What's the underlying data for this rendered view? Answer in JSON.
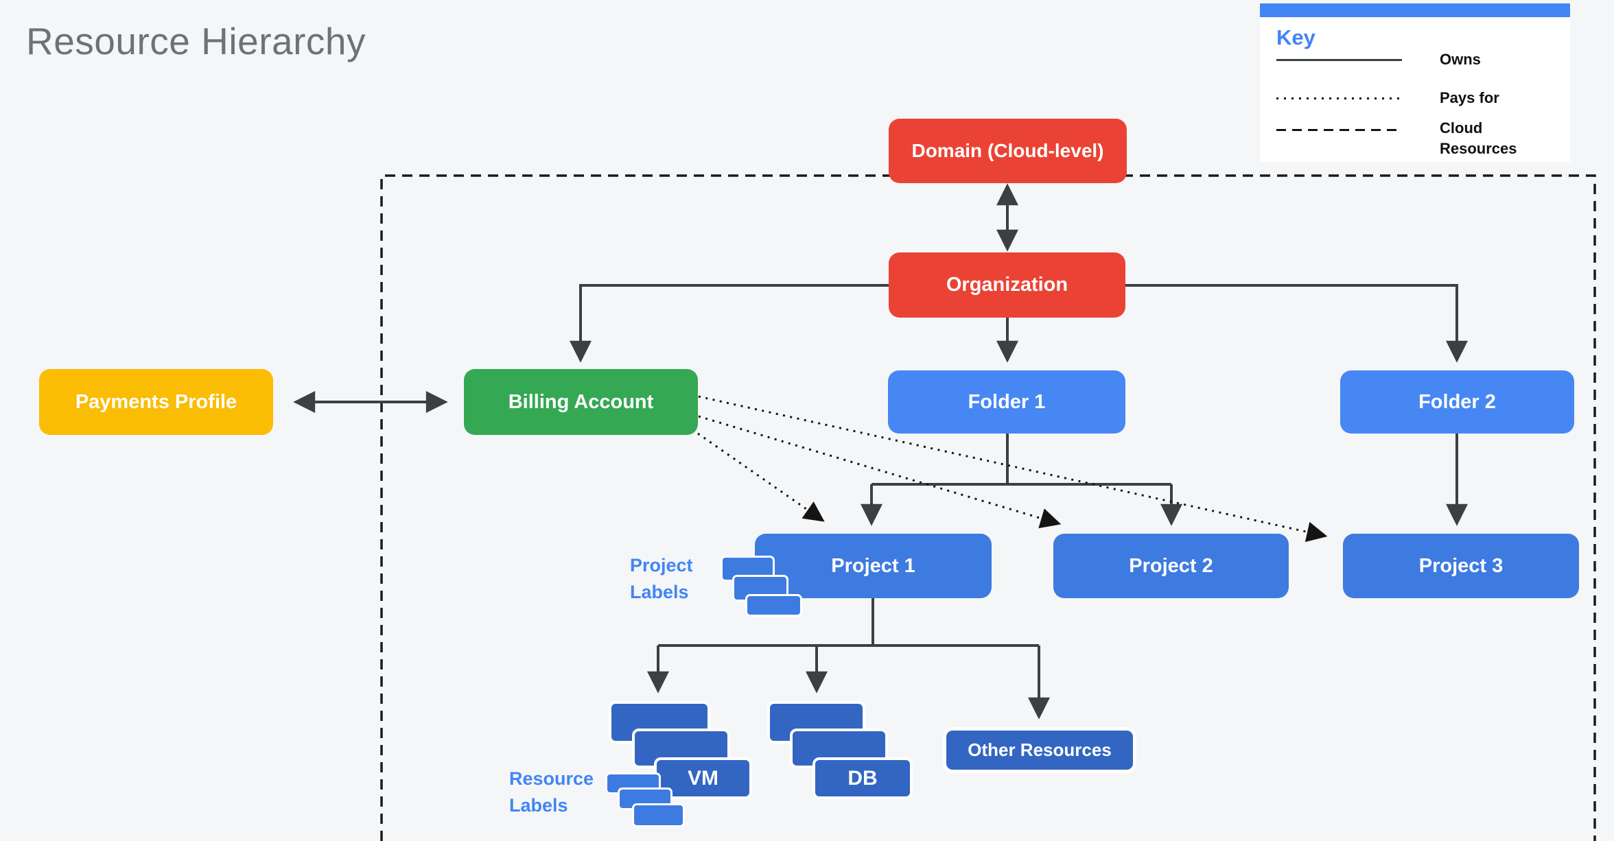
{
  "title": "Resource Hierarchy",
  "legend": {
    "heading": "Key",
    "items": [
      {
        "style": "solid",
        "label": "Owns"
      },
      {
        "style": "dotted",
        "label": "Pays for"
      },
      {
        "style": "dashed",
        "label": "Cloud Resources"
      }
    ]
  },
  "nodes": {
    "domain": {
      "label": "Domain (Cloud-level)",
      "color": "#EA4335"
    },
    "organization": {
      "label": "Organization",
      "color": "#EA4335"
    },
    "payments_profile": {
      "label": "Payments Profile",
      "color": "#FBBC04"
    },
    "billing_account": {
      "label": "Billing Account",
      "color": "#34A853"
    },
    "folder1": {
      "label": "Folder 1",
      "color": "#4787F3"
    },
    "folder2": {
      "label": "Folder 2",
      "color": "#4787F3"
    },
    "project1": {
      "label": "Project 1",
      "color": "#3E7BE0"
    },
    "project2": {
      "label": "Project 2",
      "color": "#3E7BE0"
    },
    "project3": {
      "label": "Project 3",
      "color": "#3E7BE0"
    },
    "vm": {
      "label": "VM",
      "color": "#3366C2"
    },
    "db": {
      "label": "DB",
      "color": "#3366C2"
    },
    "other_resources": {
      "label": "Other Resources",
      "color": "#3366C2"
    }
  },
  "annotations": {
    "project_labels": "Project Labels",
    "resource_labels": "Resource Labels"
  },
  "edges": {
    "solid_means": "Owns",
    "dotted_means": "Pays for",
    "dashed_boundary_means": "Cloud Resources"
  },
  "colors": {
    "background": "#F5F6F8",
    "accent_blue": "#4285F4",
    "line": "#3C4043"
  }
}
